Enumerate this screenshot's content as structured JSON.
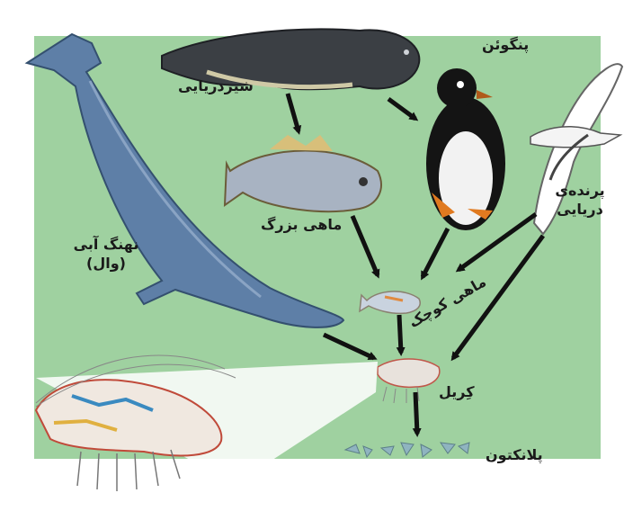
{
  "colors": {
    "background": "#9fd1a0",
    "arrow": "#111111",
    "whale": "#5e7fa7",
    "seal": "#3b3f44",
    "penguin": "#141414",
    "fish": "#a8b3c2"
  },
  "labels": {
    "seal": "شیردریایی",
    "penguin": "پنگوئن",
    "seabird_line1": "پرنده‌ی",
    "seabird_line2": "دریایی",
    "whale_line1": "نهنگ آبی",
    "whale_line2": "(وال)",
    "big_fish": "ماهی بزرگ",
    "small_fish": "ماهی کوچک",
    "krill": "کِریل",
    "plankton": "پلانکتون"
  }
}
